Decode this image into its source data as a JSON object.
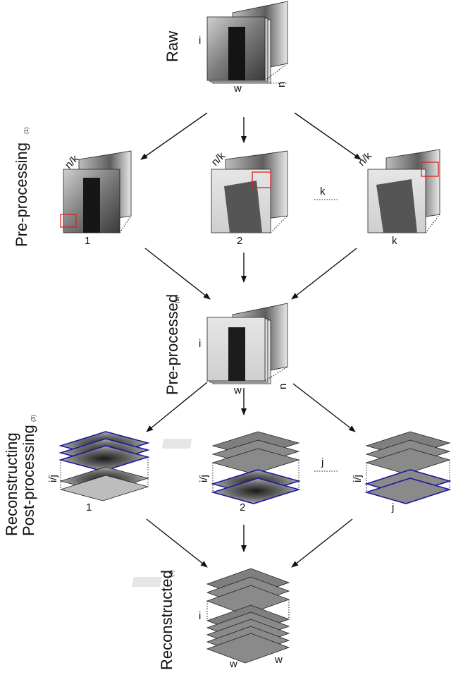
{
  "stages": {
    "raw": {
      "label": "Raw"
    },
    "preprocessing": {
      "label": "Pre-processing",
      "step": "(1)"
    },
    "preprocessed": {
      "label": "Pre-processed",
      "step": "(2)"
    },
    "reconstructing": {
      "label_line1": "Reconstructing",
      "label_line2": "Post-processing",
      "step": "(3)"
    },
    "reconstructed": {
      "label": "Reconstructed",
      "step": "(4)"
    }
  },
  "axes": {
    "i": "i",
    "w": "w",
    "n": "n",
    "nk": "n/k",
    "ij": "i/j"
  },
  "branches": {
    "preprocessing": [
      "1",
      "2",
      "k"
    ],
    "preprocessing_dots_label": "k",
    "reconstructing": [
      "1",
      "2",
      "j"
    ],
    "reconstructing_dots_label": "j"
  },
  "colors": {
    "red_box": "#e02020",
    "blue_slice": "#1a1aa0"
  }
}
